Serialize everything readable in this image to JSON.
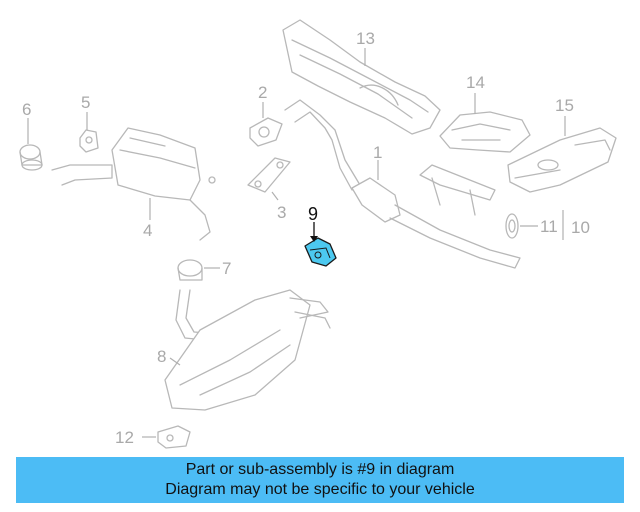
{
  "colors": {
    "banner_bg": "#4cbcf5",
    "highlight": "#4cc9f0",
    "part_line": "#b8b8b8",
    "callout_text": "#a9a9a9"
  },
  "callouts": {
    "c1": "1",
    "c2": "2",
    "c3": "3",
    "c4": "4",
    "c5": "5",
    "c6": "6",
    "c7": "7",
    "c8": "8",
    "c9": "9",
    "c10": "10",
    "c11": "11",
    "c12": "12",
    "c13": "13",
    "c14": "14",
    "c15": "15"
  },
  "banner": {
    "line1": "Part or sub-assembly is #9 in diagram",
    "line2": "Diagram may not be specific to your vehicle"
  }
}
